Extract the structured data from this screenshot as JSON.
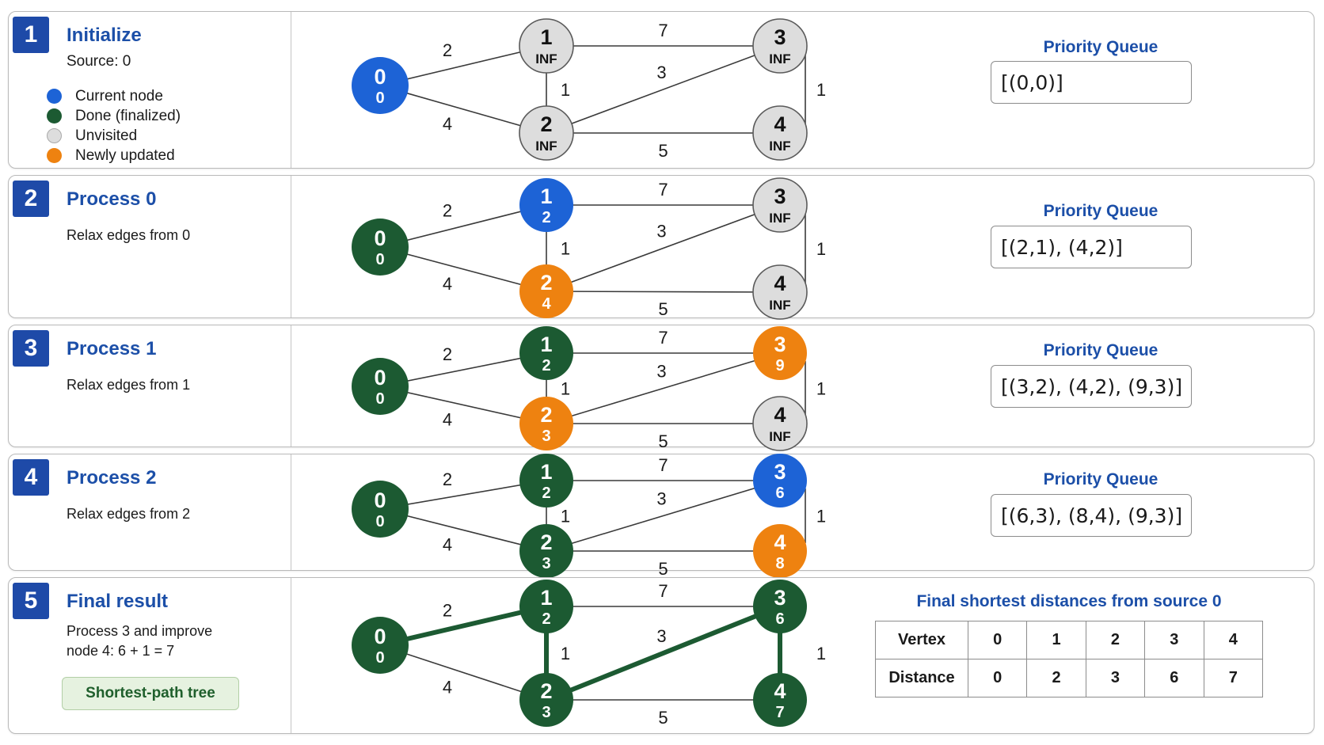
{
  "legend": [
    {
      "label": "Current node",
      "color": "#1d63d6"
    },
    {
      "label": "Done (finalized)",
      "color": "#1c5a32"
    },
    {
      "label": "Unvisited",
      "color": "#dddddd"
    },
    {
      "label": "Newly updated",
      "color": "#ee8210"
    }
  ],
  "colors": {
    "current": "#1d63d6",
    "done": "#1c5a32",
    "unvisited": "#dddddd",
    "updated": "#ee8210",
    "title": "#1c4fa8",
    "badge": "#1e4aa8"
  },
  "edges": [
    {
      "from": "0",
      "to": "1",
      "weight": "2"
    },
    {
      "from": "0",
      "to": "2",
      "weight": "4"
    },
    {
      "from": "1",
      "to": "2",
      "weight": "1"
    },
    {
      "from": "1",
      "to": "3",
      "weight": "7"
    },
    {
      "from": "2",
      "to": "3",
      "weight": "3"
    },
    {
      "from": "2",
      "to": "4",
      "weight": "5"
    },
    {
      "from": "3",
      "to": "4",
      "weight": "1"
    }
  ],
  "steps": [
    {
      "number": "1",
      "title": "Initialize",
      "lines": [
        "Source: 0"
      ],
      "show_legend": true,
      "nodes": [
        {
          "id": "0",
          "dist": "0",
          "state": "current"
        },
        {
          "id": "1",
          "dist": "INF",
          "state": "unvisited"
        },
        {
          "id": "2",
          "dist": "INF",
          "state": "unvisited"
        },
        {
          "id": "3",
          "dist": "INF",
          "state": "unvisited"
        },
        {
          "id": "4",
          "dist": "INF",
          "state": "unvisited"
        }
      ],
      "queue_title": "Priority Queue",
      "queue": "[(0,0)]"
    },
    {
      "number": "2",
      "title": "Process 0",
      "lines": [
        "Relax edges from 0"
      ],
      "nodes": [
        {
          "id": "0",
          "dist": "0",
          "state": "done"
        },
        {
          "id": "1",
          "dist": "2",
          "state": "current"
        },
        {
          "id": "2",
          "dist": "4",
          "state": "updated"
        },
        {
          "id": "3",
          "dist": "INF",
          "state": "unvisited"
        },
        {
          "id": "4",
          "dist": "INF",
          "state": "unvisited"
        }
      ],
      "queue_title": "Priority Queue",
      "queue": "[(2,1), (4,2)]"
    },
    {
      "number": "3",
      "title": "Process 1",
      "lines": [
        "Relax edges from 1"
      ],
      "nodes": [
        {
          "id": "0",
          "dist": "0",
          "state": "done"
        },
        {
          "id": "1",
          "dist": "2",
          "state": "done"
        },
        {
          "id": "2",
          "dist": "3",
          "state": "updated"
        },
        {
          "id": "3",
          "dist": "9",
          "state": "updated"
        },
        {
          "id": "4",
          "dist": "INF",
          "state": "unvisited"
        }
      ],
      "queue_title": "Priority Queue",
      "queue": "[(3,2), (4,2), (9,3)]"
    },
    {
      "number": "4",
      "title": "Process 2",
      "lines": [
        "Relax edges from 2"
      ],
      "nodes": [
        {
          "id": "0",
          "dist": "0",
          "state": "done"
        },
        {
          "id": "1",
          "dist": "2",
          "state": "done"
        },
        {
          "id": "2",
          "dist": "3",
          "state": "done"
        },
        {
          "id": "3",
          "dist": "6",
          "state": "current"
        },
        {
          "id": "4",
          "dist": "8",
          "state": "updated"
        }
      ],
      "queue_title": "Priority Queue",
      "queue": "[(6,3), (8,4), (9,3)]"
    },
    {
      "number": "5",
      "title": "Final result",
      "lines": [
        "Process 3 and improve",
        "node 4: 6 + 1 = 7"
      ],
      "button": "Shortest-path tree",
      "tree_edges": [
        "0-1",
        "1-2",
        "2-3",
        "3-4"
      ],
      "nodes": [
        {
          "id": "0",
          "dist": "0",
          "state": "done"
        },
        {
          "id": "1",
          "dist": "2",
          "state": "done"
        },
        {
          "id": "2",
          "dist": "3",
          "state": "done"
        },
        {
          "id": "3",
          "dist": "6",
          "state": "done"
        },
        {
          "id": "4",
          "dist": "7",
          "state": "done"
        }
      ],
      "final_title": "Final shortest distances from source 0",
      "table": {
        "row_labels": [
          "Vertex",
          "Distance"
        ],
        "vertices": [
          "0",
          "1",
          "2",
          "3",
          "4"
        ],
        "distances": [
          "0",
          "2",
          "3",
          "6",
          "7"
        ]
      }
    }
  ]
}
